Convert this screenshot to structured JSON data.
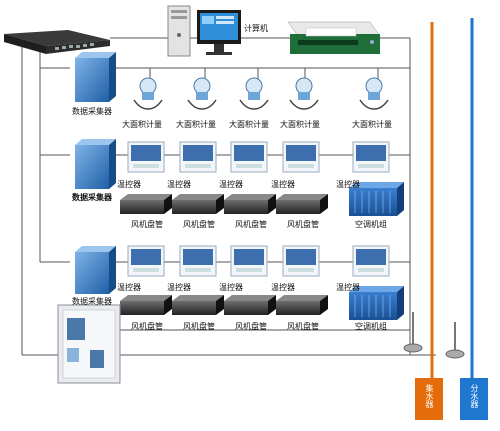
{
  "computer_label": "计算机",
  "collectors": [
    "数据采集器",
    "数据采集器",
    "数据采集器"
  ],
  "meter_label": "大面积计量",
  "thermostat_label": "温控器",
  "fancoil_label": "风机盘管",
  "ahu_label": "空调机组",
  "supply_label": "集水器",
  "return_label": "分水器",
  "colors": {
    "supply_pipe": "#e46c0a",
    "return_pipe": "#1f77d0",
    "bus_line": "#555555"
  }
}
